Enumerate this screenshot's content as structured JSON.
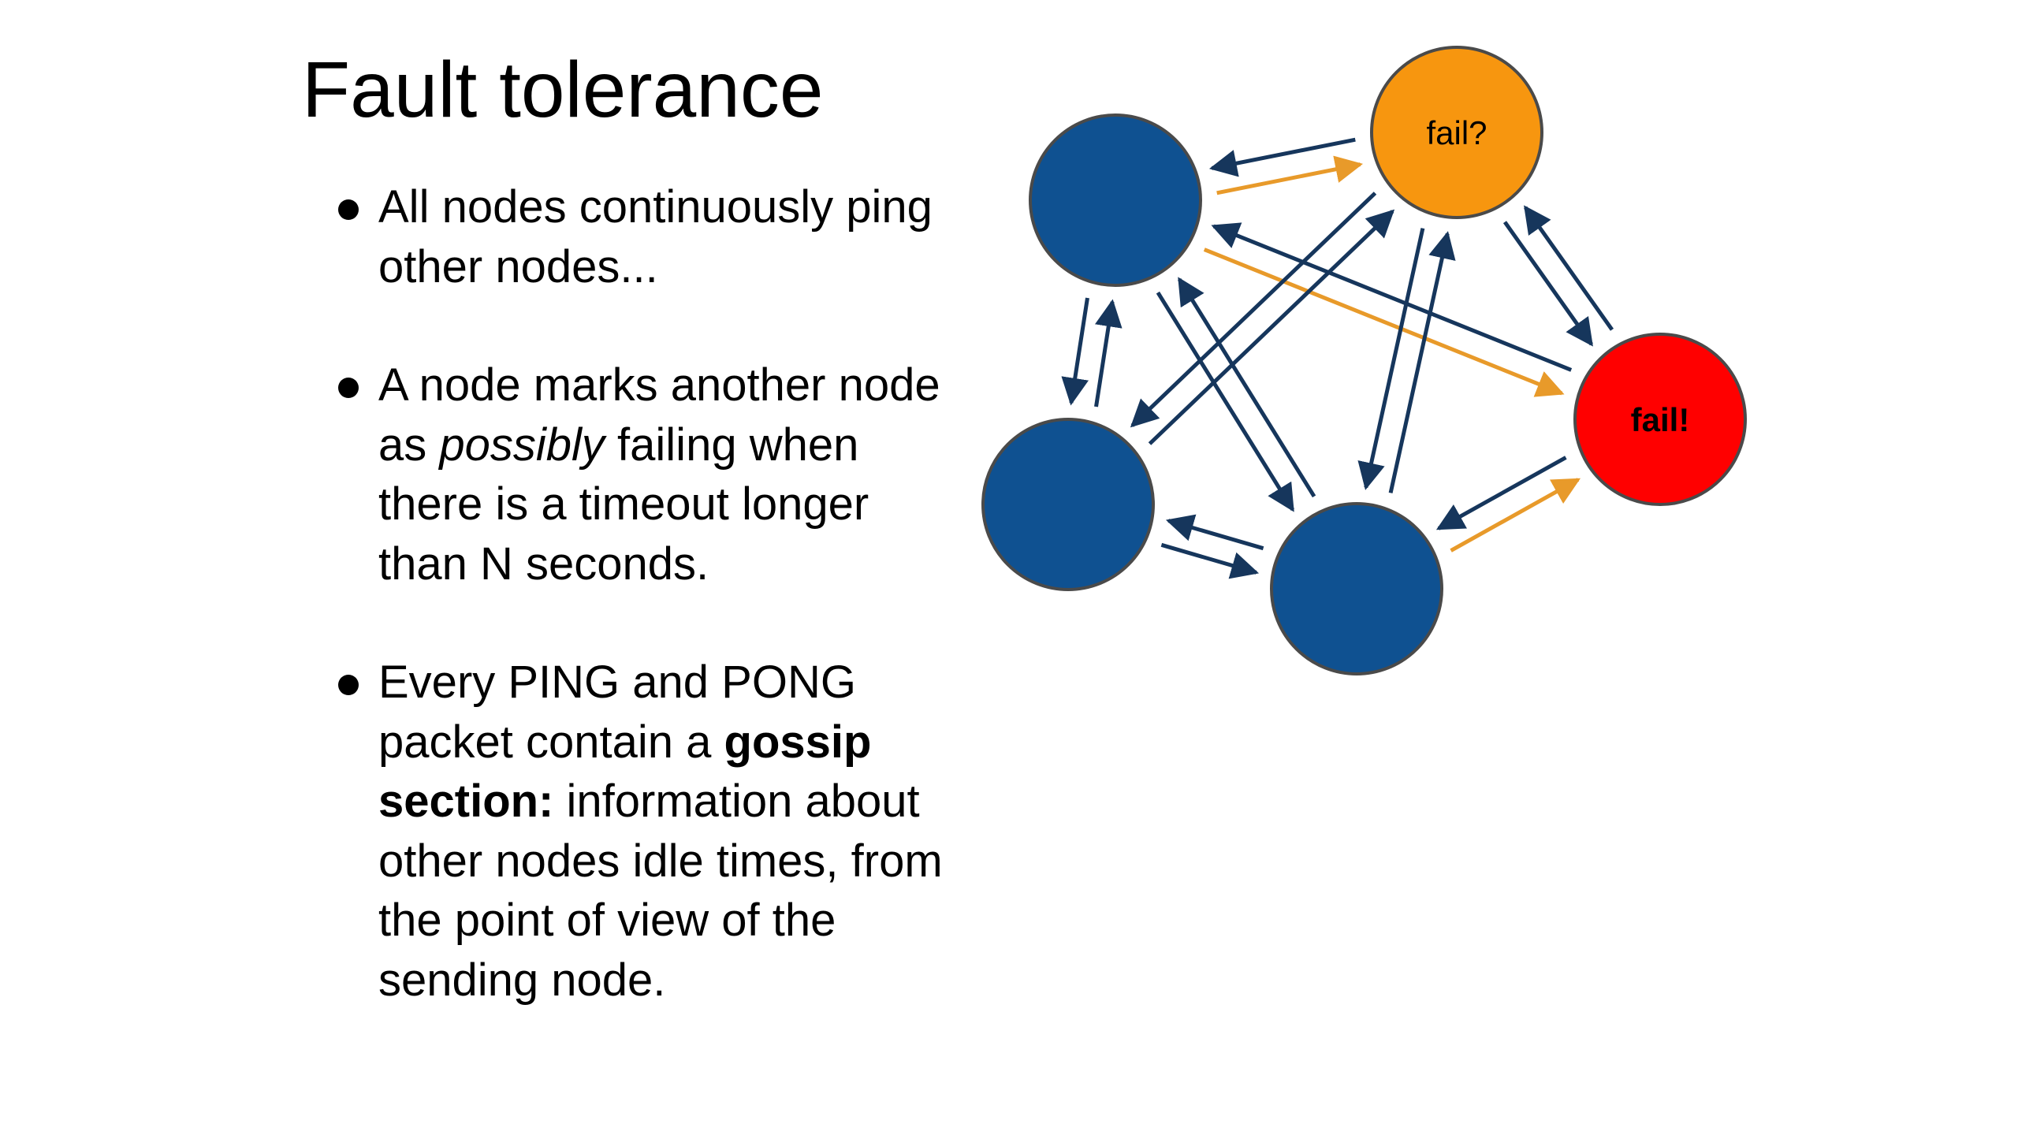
{
  "slide": {
    "title": "Fault tolerance",
    "bullets": [
      {
        "parts": [
          {
            "text": "All nodes continuously ping other nodes...",
            "style": "normal"
          }
        ]
      },
      {
        "parts": [
          {
            "text": "A node marks another node as ",
            "style": "normal"
          },
          {
            "text": "possibly",
            "style": "italic"
          },
          {
            "text": " failing when there is a timeout longer than N seconds.",
            "style": "normal"
          }
        ]
      },
      {
        "parts": [
          {
            "text": "Every PING and PONG packet contain a ",
            "style": "normal"
          },
          {
            "text": "gossip section:",
            "style": "bold"
          },
          {
            "text": " information about other nodes idle times, from the point of view of the sending node.",
            "style": "normal"
          }
        ]
      }
    ]
  },
  "diagram": {
    "colors": {
      "healthy": "#0F5191",
      "possibly_failing": "#F7960F",
      "failed": "#FF0000",
      "node_outline": "#4A4A4A",
      "ping_arrow": "#16365C",
      "gossip_arrow": "#E89A2A"
    },
    "nodes": [
      {
        "id": "node-top-left",
        "state": "healthy",
        "label": ""
      },
      {
        "id": "node-fail-maybe",
        "state": "possibly_failing",
        "label": "fail?"
      },
      {
        "id": "node-fail",
        "state": "failed",
        "label": "fail!"
      },
      {
        "id": "node-bottom-left",
        "state": "healthy",
        "label": ""
      },
      {
        "id": "node-bottom-middle",
        "state": "healthy",
        "label": ""
      }
    ],
    "edges": [
      {
        "from": "node-fail-maybe",
        "to": "node-top-left",
        "kind": "ping"
      },
      {
        "from": "node-top-left",
        "to": "node-fail-maybe",
        "kind": "gossip"
      },
      {
        "from": "node-top-left",
        "to": "node-fail",
        "kind": "gossip"
      },
      {
        "from": "node-fail",
        "to": "node-top-left",
        "kind": "ping"
      },
      {
        "from": "node-fail-maybe",
        "to": "node-fail",
        "kind": "ping"
      },
      {
        "from": "node-fail",
        "to": "node-fail-maybe",
        "kind": "ping"
      },
      {
        "from": "node-top-left",
        "to": "node-bottom-left",
        "kind": "ping"
      },
      {
        "from": "node-bottom-left",
        "to": "node-top-left",
        "kind": "ping"
      },
      {
        "from": "node-top-left",
        "to": "node-bottom-middle",
        "kind": "ping"
      },
      {
        "from": "node-bottom-middle",
        "to": "node-top-left",
        "kind": "ping"
      },
      {
        "from": "node-bottom-left",
        "to": "node-fail-maybe",
        "kind": "ping"
      },
      {
        "from": "node-fail-maybe",
        "to": "node-bottom-left",
        "kind": "ping"
      },
      {
        "from": "node-bottom-middle",
        "to": "node-fail-maybe",
        "kind": "ping"
      },
      {
        "from": "node-fail-maybe",
        "to": "node-bottom-middle",
        "kind": "ping"
      },
      {
        "from": "node-bottom-left",
        "to": "node-bottom-middle",
        "kind": "ping"
      },
      {
        "from": "node-bottom-middle",
        "to": "node-bottom-left",
        "kind": "ping"
      },
      {
        "from": "node-bottom-middle",
        "to": "node-fail",
        "kind": "gossip"
      },
      {
        "from": "node-fail",
        "to": "node-bottom-middle",
        "kind": "ping"
      }
    ]
  }
}
